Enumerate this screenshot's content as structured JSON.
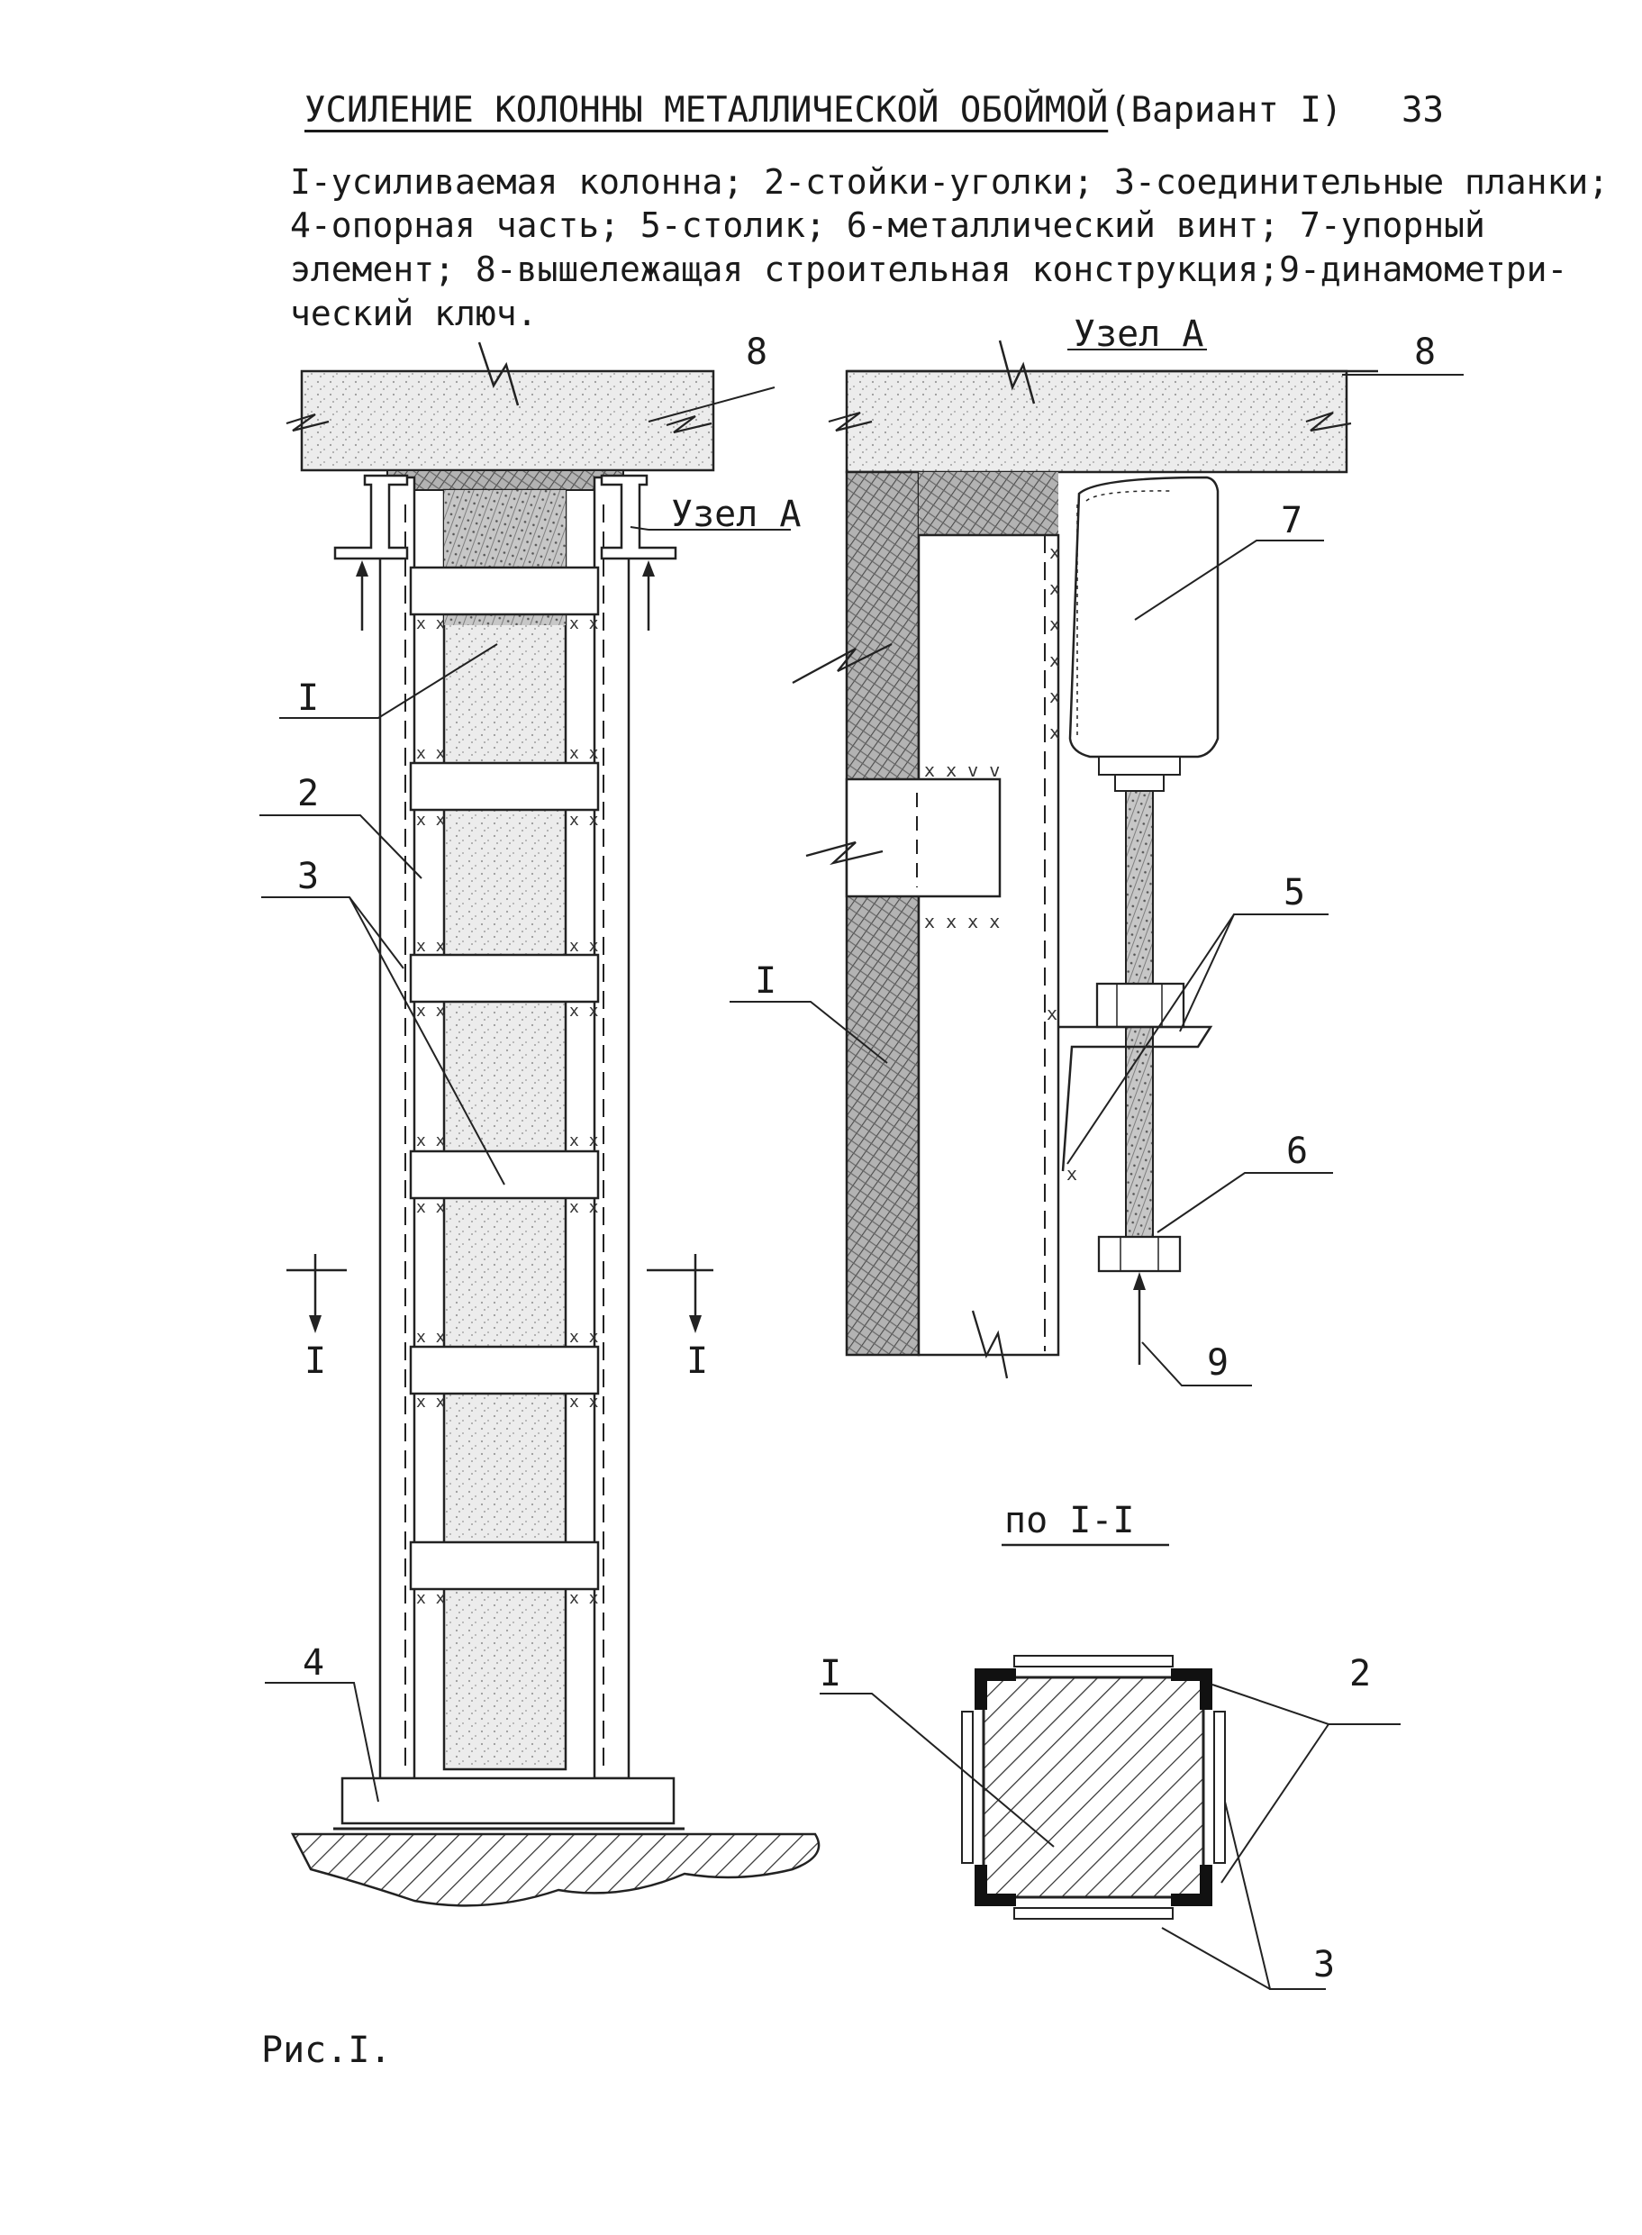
{
  "header": {
    "title": "УСИЛЕНИЕ КОЛОННЫ МЕТАЛЛИЧЕСКОЙ ОБОЙМОЙ",
    "variant": "(Вариант I)",
    "page_number": "33"
  },
  "legend": {
    "line1": "I-усиливаемая колонна; 2-стойки-уголки; 3-соединительные планки;",
    "line2": "4-опорная часть;  5-столик; 6-металлический винт; 7-упорный",
    "line3": "элемент;   8-вышележащая строительная конструкция;9-динамометри-",
    "line4": "ческий ключ."
  },
  "elevation_labels": {
    "item8": "8",
    "node_a": "Узел А",
    "item1": "I",
    "item2": "2",
    "item3": "3",
    "section_left": "I",
    "section_right": "I",
    "item4": "4"
  },
  "node_labels": {
    "title": "Узел А",
    "item8": "8",
    "item7": "7",
    "item1": "I",
    "item5": "5",
    "item6": "6",
    "item9": "9"
  },
  "section_labels": {
    "title": "по I-I",
    "item1": "I",
    "item2": "2",
    "item3": "3"
  },
  "figure_caption": "Рис.I."
}
